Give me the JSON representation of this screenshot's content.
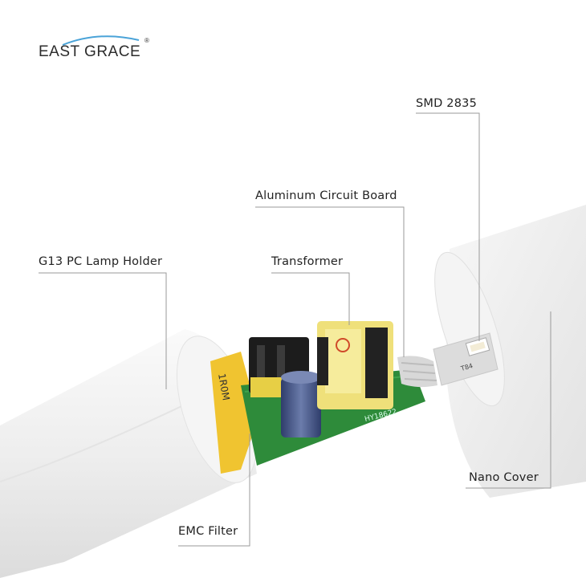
{
  "brand": {
    "name": "EAST GRACE",
    "registered_mark": "®"
  },
  "callouts": [
    {
      "id": "smd",
      "text": "SMD 2835"
    },
    {
      "id": "board",
      "text": "Aluminum Circuit Board"
    },
    {
      "id": "holder",
      "text": "G13 PC Lamp Holder"
    },
    {
      "id": "transformer",
      "text": "Transformer"
    },
    {
      "id": "cover",
      "text": "Nano Cover"
    },
    {
      "id": "emc",
      "text": "EMC Filter"
    }
  ],
  "product_markings": {
    "resistor_code": "1R0M",
    "pcb_code": "HY18622",
    "led_code": "T84"
  },
  "colors": {
    "tube": "#f3f3f3",
    "pcb": "#2e8b3a",
    "transformer": "#e8d44a",
    "capacitor": "#3a4a7a"
  }
}
